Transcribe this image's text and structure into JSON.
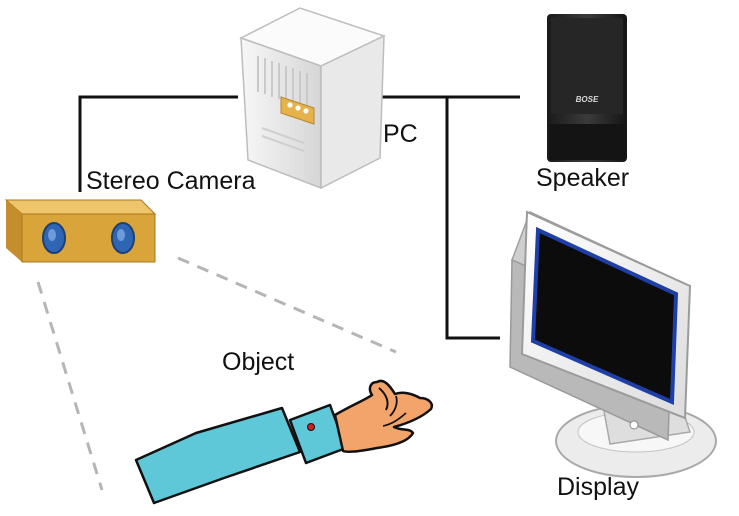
{
  "labels": {
    "stereo_camera": "Stereo Camera",
    "pc": "PC",
    "speaker": "Speaker",
    "display": "Display",
    "object": "Object"
  },
  "logos": {
    "speaker_brand": "BOSE"
  },
  "colors": {
    "wire": "#111111",
    "camera_body": "#d9a53a",
    "camera_lens": "#2f66b3",
    "sightline": "#b5b5b5",
    "sleeve": "#5ec8d8",
    "skin": "#f2a46a",
    "screen": "#0c0c0c",
    "screen_border": "#1f3fa8",
    "pc_panel": "#e6b24a"
  },
  "icons": [
    "pc-tower-icon",
    "stereo-camera-icon",
    "speaker-icon",
    "monitor-icon",
    "hand-icon"
  ]
}
